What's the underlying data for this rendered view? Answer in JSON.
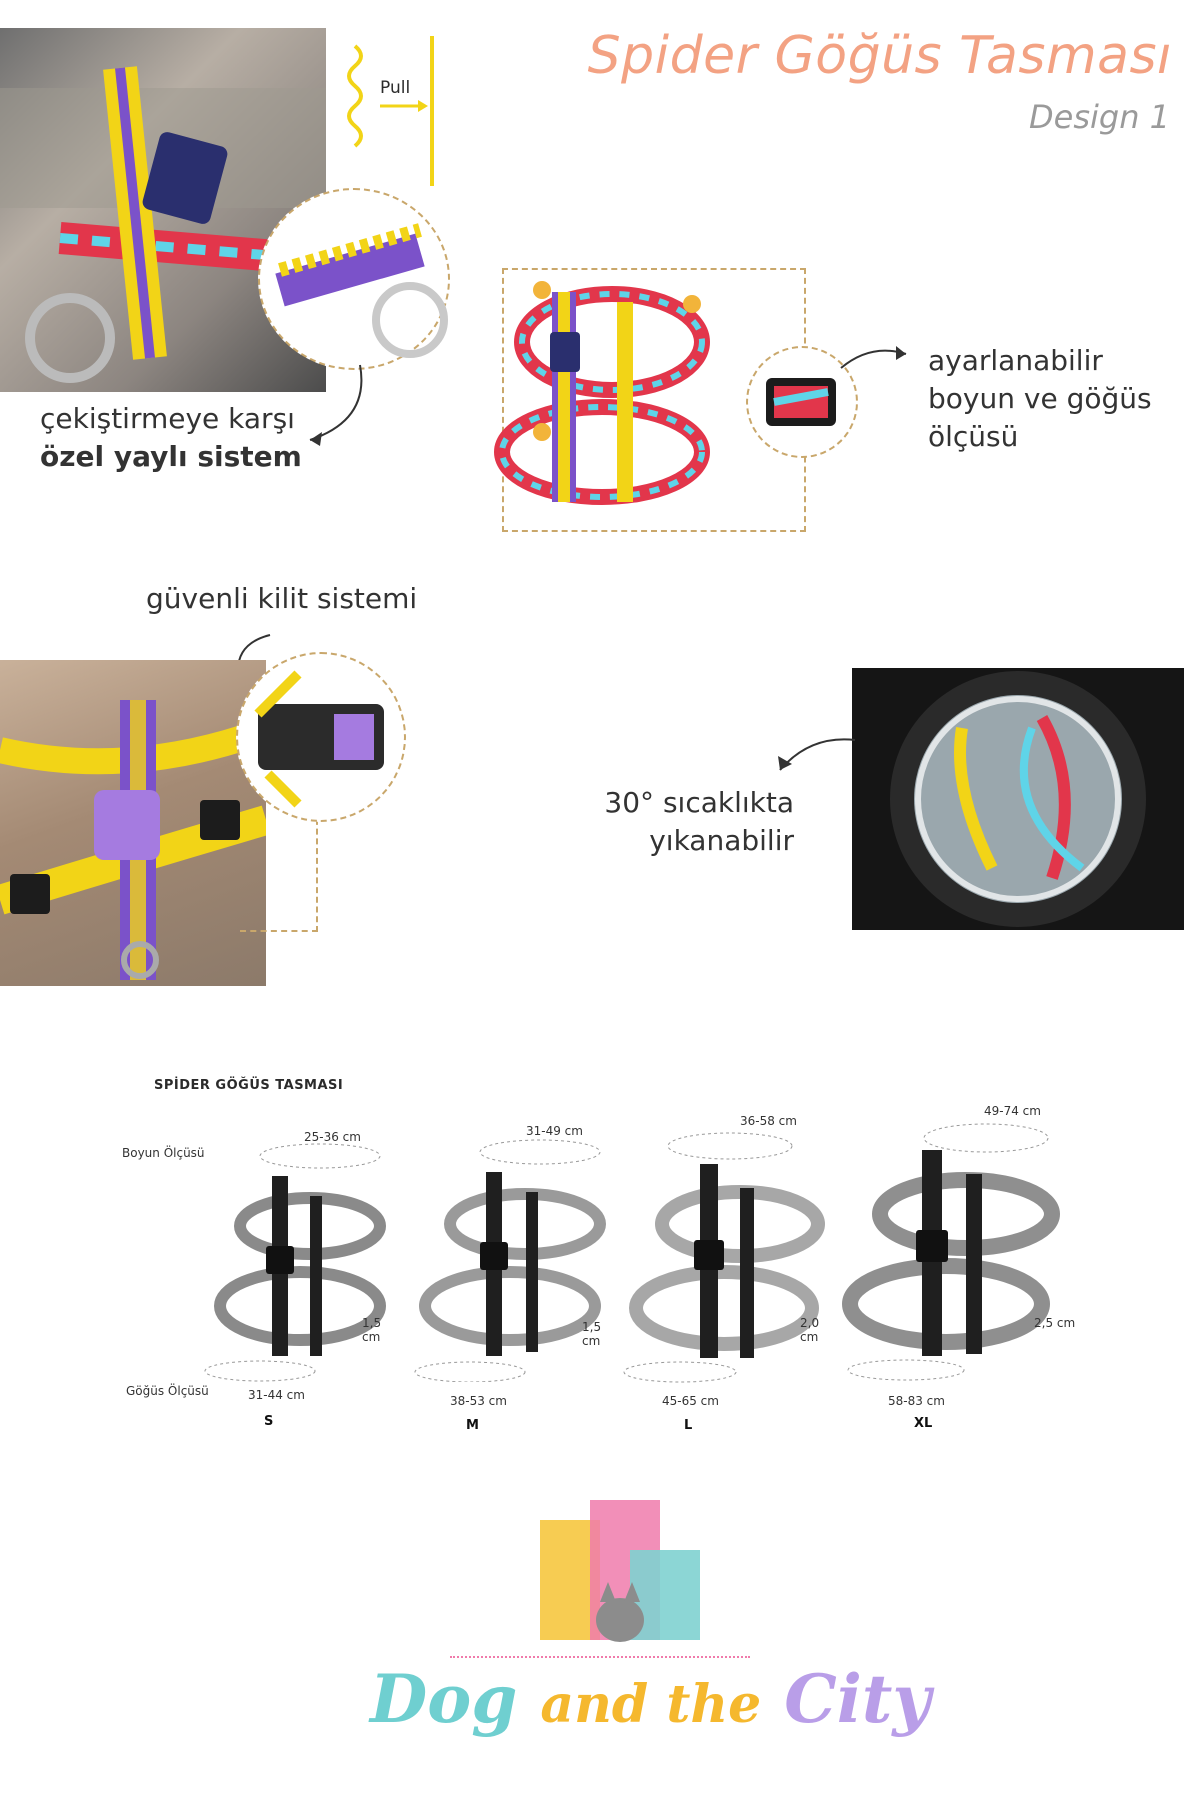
{
  "header": {
    "title": "Spider Göğüs Tasması",
    "subtitle": "Design 1"
  },
  "feature_pull": {
    "pull_label": "Pull",
    "caption_line1": "çekiştirmeye karşı",
    "caption_line2": "özel yaylı sistem"
  },
  "feature_adjust": {
    "caption_line1": "ayarlanabilir",
    "caption_line2": "boyun ve göğüs",
    "caption_line3": "ölçüsü"
  },
  "feature_lock": {
    "caption": "güvenli kilit sistemi"
  },
  "feature_wash": {
    "caption_line1": "30° sıcaklıkta",
    "caption_line2": "yıkanabilir"
  },
  "size_chart": {
    "title": "SPİDER GÖĞÜS TASMASI",
    "neck_label": "Boyun Ölçüsü",
    "chest_label": "Göğüs Ölçüsü",
    "sizes": [
      {
        "size": "S",
        "neck": "25-36 cm",
        "chest": "31-44 cm",
        "width": "1,5 cm"
      },
      {
        "size": "M",
        "neck": "31-49 cm",
        "chest": "38-53 cm",
        "width": "1,5 cm"
      },
      {
        "size": "L",
        "neck": "36-58 cm",
        "chest": "45-65 cm",
        "width": "2,0 cm"
      },
      {
        "size": "XL",
        "neck": "49-74 cm",
        "chest": "58-83 cm",
        "width": "2,5 cm"
      }
    ]
  },
  "brand": {
    "name_part1": "Dog",
    "name_part2": "and the",
    "name_part3": "City"
  },
  "colors": {
    "title": "#f3a283",
    "accent_yellow": "#f2d417",
    "accent_purple": "#7b52c9",
    "accent_red": "#e2364b",
    "accent_cyan": "#5fd4e8",
    "gold_dashed": "#c9a76b"
  }
}
